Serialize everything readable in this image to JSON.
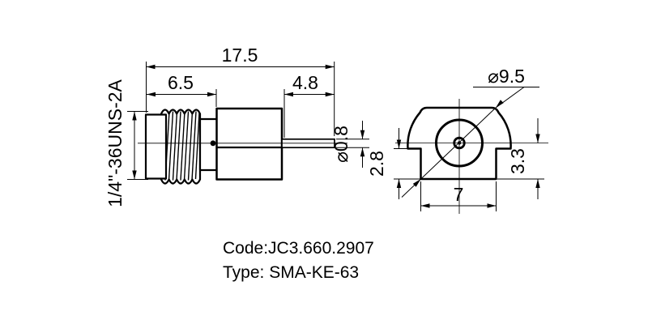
{
  "page": {
    "background": "#ffffff",
    "line_color": "#000000"
  },
  "front_view": {
    "thread_spec": "1/4\"-36UNS-2A",
    "dims": {
      "total_length": "17.5",
      "nut_length": "6.5",
      "pin_length": "4.8",
      "pin_diameter": "⌀0.8"
    }
  },
  "end_view": {
    "dims": {
      "flange_diameter": "⌀9.5",
      "step_height": "2.8",
      "center_height": "3.3",
      "base_width": "7"
    }
  },
  "notes": {
    "code": "Code:JC3.660.2907",
    "type": "Type: SMA-KE-63"
  }
}
